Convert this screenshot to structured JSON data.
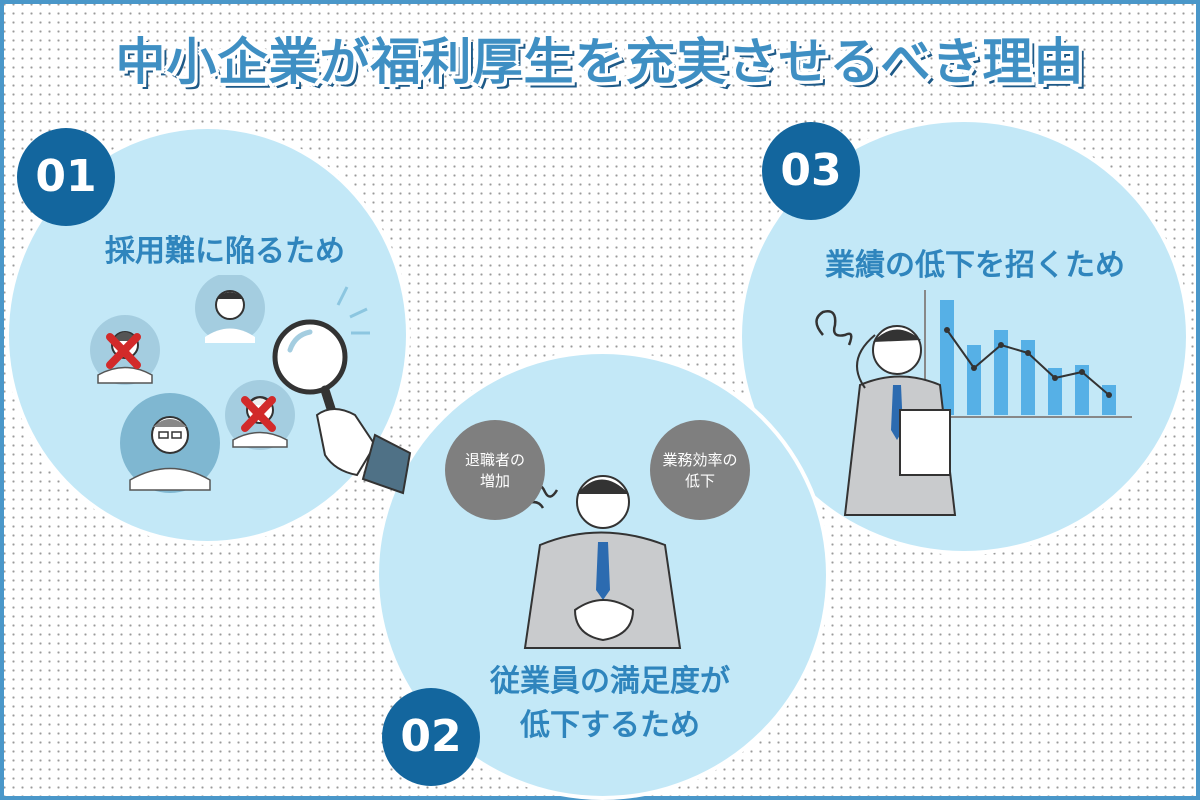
{
  "title": "中小企業が福利厚生を充実させるべき理由",
  "reasons": [
    {
      "number": "01",
      "label": "採用難に陥るため"
    },
    {
      "number": "02",
      "label_line1": "従業員の満足度が",
      "label_line2": "低下するため"
    },
    {
      "number": "03",
      "label": "業績の低下を招くため"
    }
  ],
  "bubbles": [
    {
      "line1": "退職者の",
      "line2": "増加"
    },
    {
      "line1": "業務効率の",
      "line2": "低下"
    }
  ],
  "colors": {
    "primary": "#13669e",
    "title": "#3f8fc3",
    "circle": "#c3e8f7",
    "bubble": "#7f7f7f",
    "cross": "#d22a2a"
  },
  "icons": [
    "magnifier-icon",
    "declining-bar-chart",
    "red-cross-icon",
    "stress-scribble-icon"
  ]
}
